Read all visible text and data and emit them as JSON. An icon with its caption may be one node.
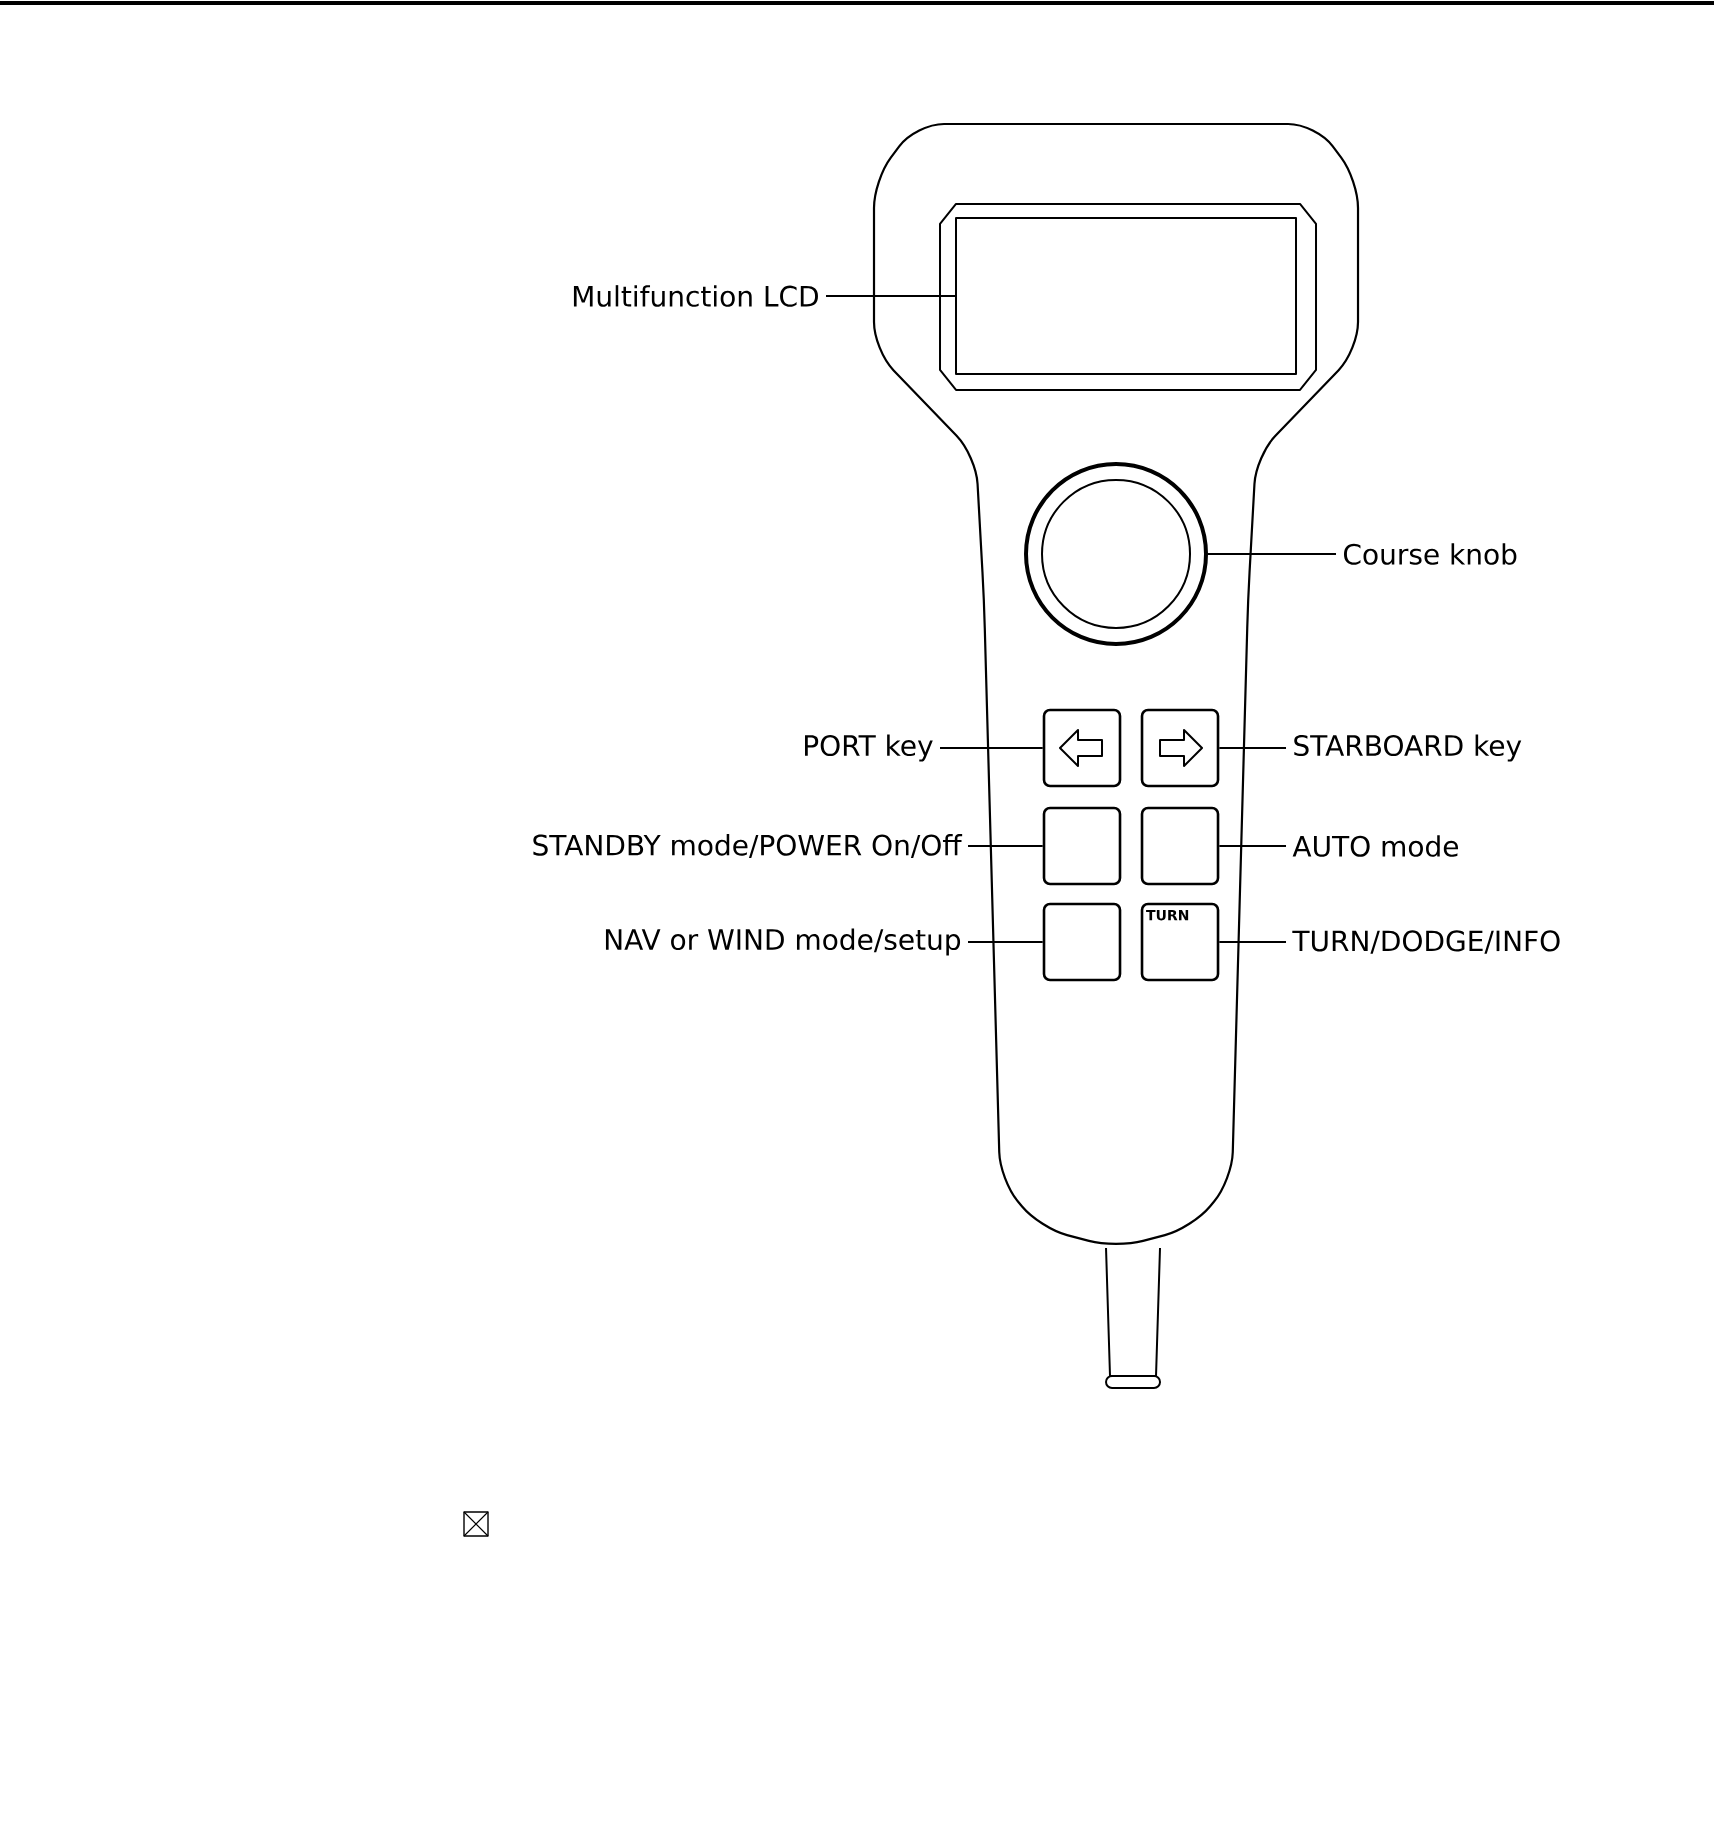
{
  "diagram": {
    "nodes": [
      {
        "text": [
          "Multifunction LCD"
        ]
      },
      {
        "text": [],
        "shape": "box"
      },
      {
        "text": [
          "Course knob"
        ]
      },
      {
        "text": [],
        "shape": "circle"
      },
      {
        "text": [
          "PORT key"
        ]
      },
      {
        "text": [],
        "shape": "box"
      },
      {
        "text": [],
        "shape": "box"
      },
      {
        "text": [
          "STARBOARD key"
        ]
      },
      {
        "text": [
          "STANDBY mode/POWER On/Off"
        ]
      },
      {
        "text": [],
        "shape": "box"
      },
      {
        "text": [],
        "shape": "box"
      },
      {
        "text": [
          "AUTO mode"
        ]
      },
      {
        "text": [
          "NAV or WIND mode/setup"
        ]
      },
      {
        "text": [],
        "shape": "box"
      },
      {
        "text": [
          "TURN"
        ]
      },
      {
        "text": [
          "TURN/DODGE/INFO"
        ]
      }
    ],
    "edges": [
      {
        "from": 0,
        "to": 1,
        "arrow": "none"
      },
      {
        "from": 2,
        "to": 3,
        "arrow": "none"
      },
      {
        "from": 4,
        "to": 5,
        "arrow": "none"
      },
      {
        "from": 7,
        "to": 6,
        "arrow": "none"
      },
      {
        "from": 8,
        "to": 9,
        "arrow": "none"
      },
      {
        "from": 11,
        "to": 10,
        "arrow": "none"
      },
      {
        "from": 12,
        "to": 13,
        "arrow": "none"
      },
      {
        "from": 15,
        "to": 14,
        "arrow": "none"
      }
    ]
  }
}
